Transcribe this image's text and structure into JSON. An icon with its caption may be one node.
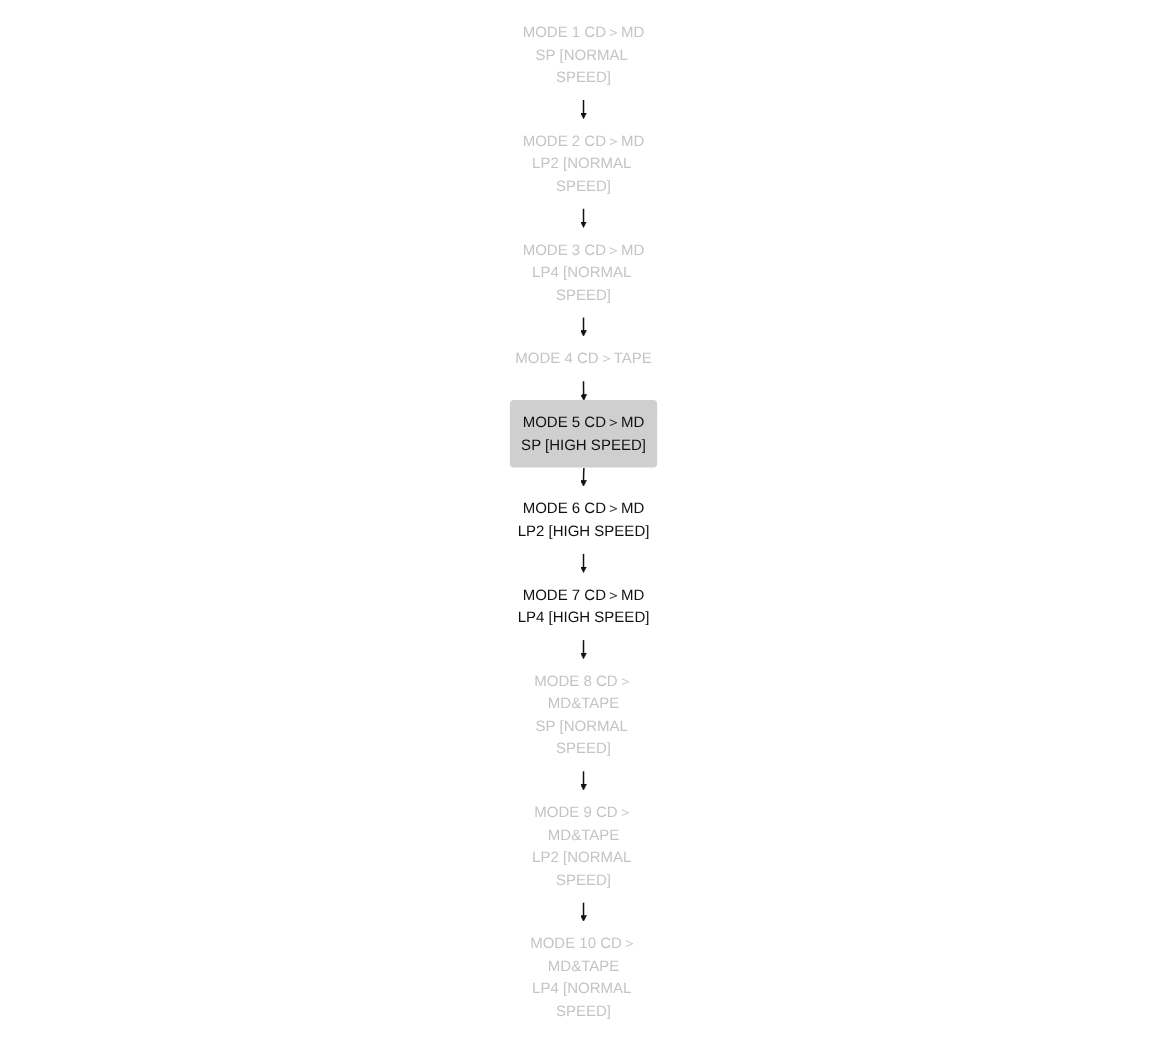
{
  "diagram": {
    "nodes": [
      {
        "text": [
          "MODE 1 CD＞MD",
          "SP [NORMAL SPEED]"
        ]
      },
      {
        "text": [
          "MODE 2 CD＞MD",
          "LP2 [NORMAL SPEED]"
        ]
      },
      {
        "text": [
          "MODE 3 CD＞MD",
          "LP4 [NORMAL SPEED]"
        ]
      },
      {
        "text": [
          "MODE 4 CD＞TAPE"
        ]
      },
      {
        "text": [
          "MODE 5 CD＞MD",
          "SP [HIGH SPEED]"
        ]
      },
      {
        "text": [
          "MODE 6 CD＞MD",
          "LP2 [HIGH SPEED]"
        ]
      },
      {
        "text": [
          "MODE 7 CD＞MD",
          "LP4 [HIGH SPEED]"
        ]
      },
      {
        "text": [
          "MODE 8 CD＞MD&TAPE",
          "SP [NORMAL SPEED]"
        ]
      },
      {
        "text": [
          "MODE 9 CD＞MD&TAPE",
          "LP2 [NORMAL SPEED]"
        ]
      },
      {
        "text": [
          "MODE 10 CD＞MD&TAPE",
          "LP4 [NORMAL SPEED]"
        ]
      }
    ],
    "edges": [
      {
        "from": 0,
        "to": 1,
        "arrow": "to"
      },
      {
        "from": 1,
        "to": 2,
        "arrow": "to"
      },
      {
        "from": 2,
        "to": 3,
        "arrow": "to"
      },
      {
        "from": 3,
        "to": 4,
        "arrow": "to"
      },
      {
        "from": 4,
        "to": 5,
        "arrow": "to"
      },
      {
        "from": 5,
        "to": 6,
        "arrow": "to"
      },
      {
        "from": 6,
        "to": 7,
        "arrow": "to"
      },
      {
        "from": 7,
        "to": 8,
        "arrow": "to"
      },
      {
        "from": 8,
        "to": 9,
        "arrow": "to"
      }
    ]
  }
}
